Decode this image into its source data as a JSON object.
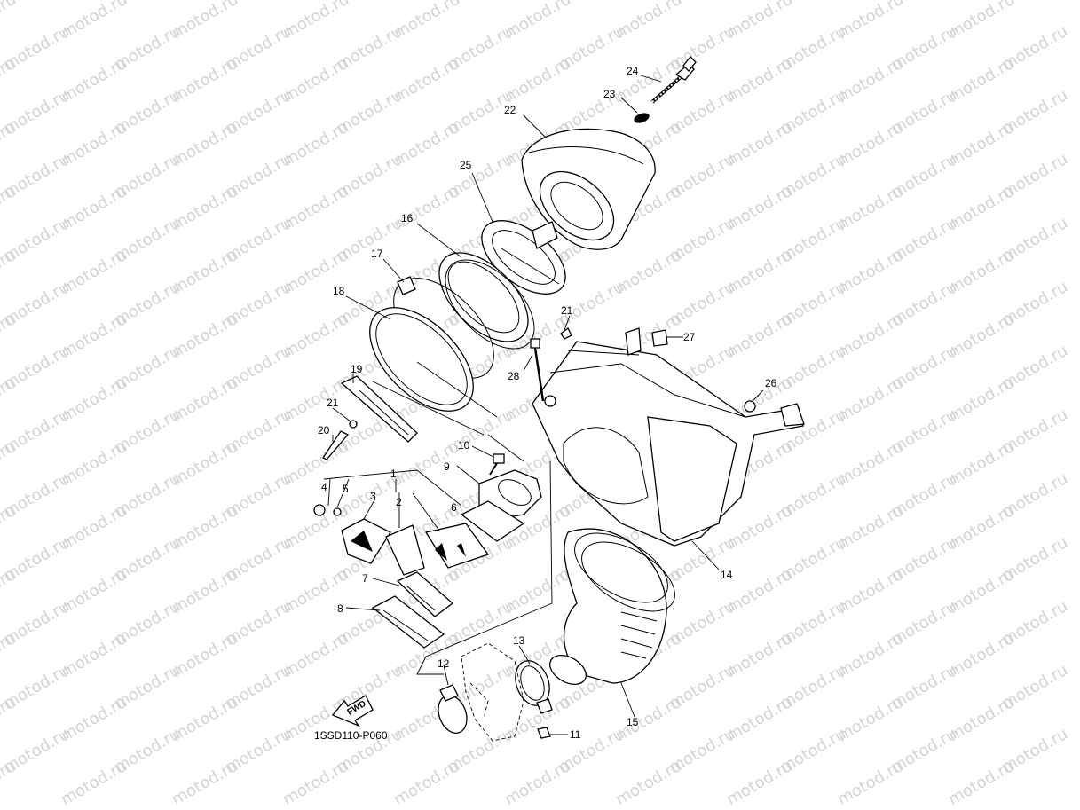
{
  "watermark": "motod.ru",
  "diagram_code": "1SSD110-P060",
  "fwd_label": "FWD",
  "parts": [
    "1",
    "2",
    "3",
    "4",
    "5",
    "6",
    "7",
    "8",
    "9",
    "10",
    "11",
    "12",
    "13",
    "14",
    "15",
    "16",
    "17",
    "18",
    "19",
    "20",
    "21",
    "21",
    "22",
    "23",
    "24",
    "25",
    "26",
    "27",
    "28"
  ]
}
